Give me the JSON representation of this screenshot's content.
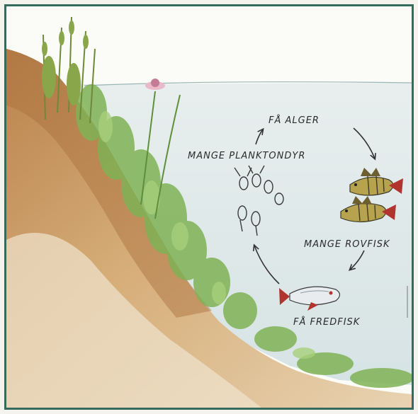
{
  "diagram": {
    "labels": {
      "few_algae": "FÅ ALGER",
      "many_zooplankton": "MANGE PLANKTONDYR",
      "many_predatory_fish": "MANGE ROVFISK",
      "few_peaceful_fish": "FÅ FREDFISK"
    },
    "colors": {
      "frame": "#356b5c",
      "water": "#dfe9ea",
      "soil": "#c89a64",
      "vegetation": "#6fa84a",
      "fish_fins": "#b2342e"
    }
  }
}
